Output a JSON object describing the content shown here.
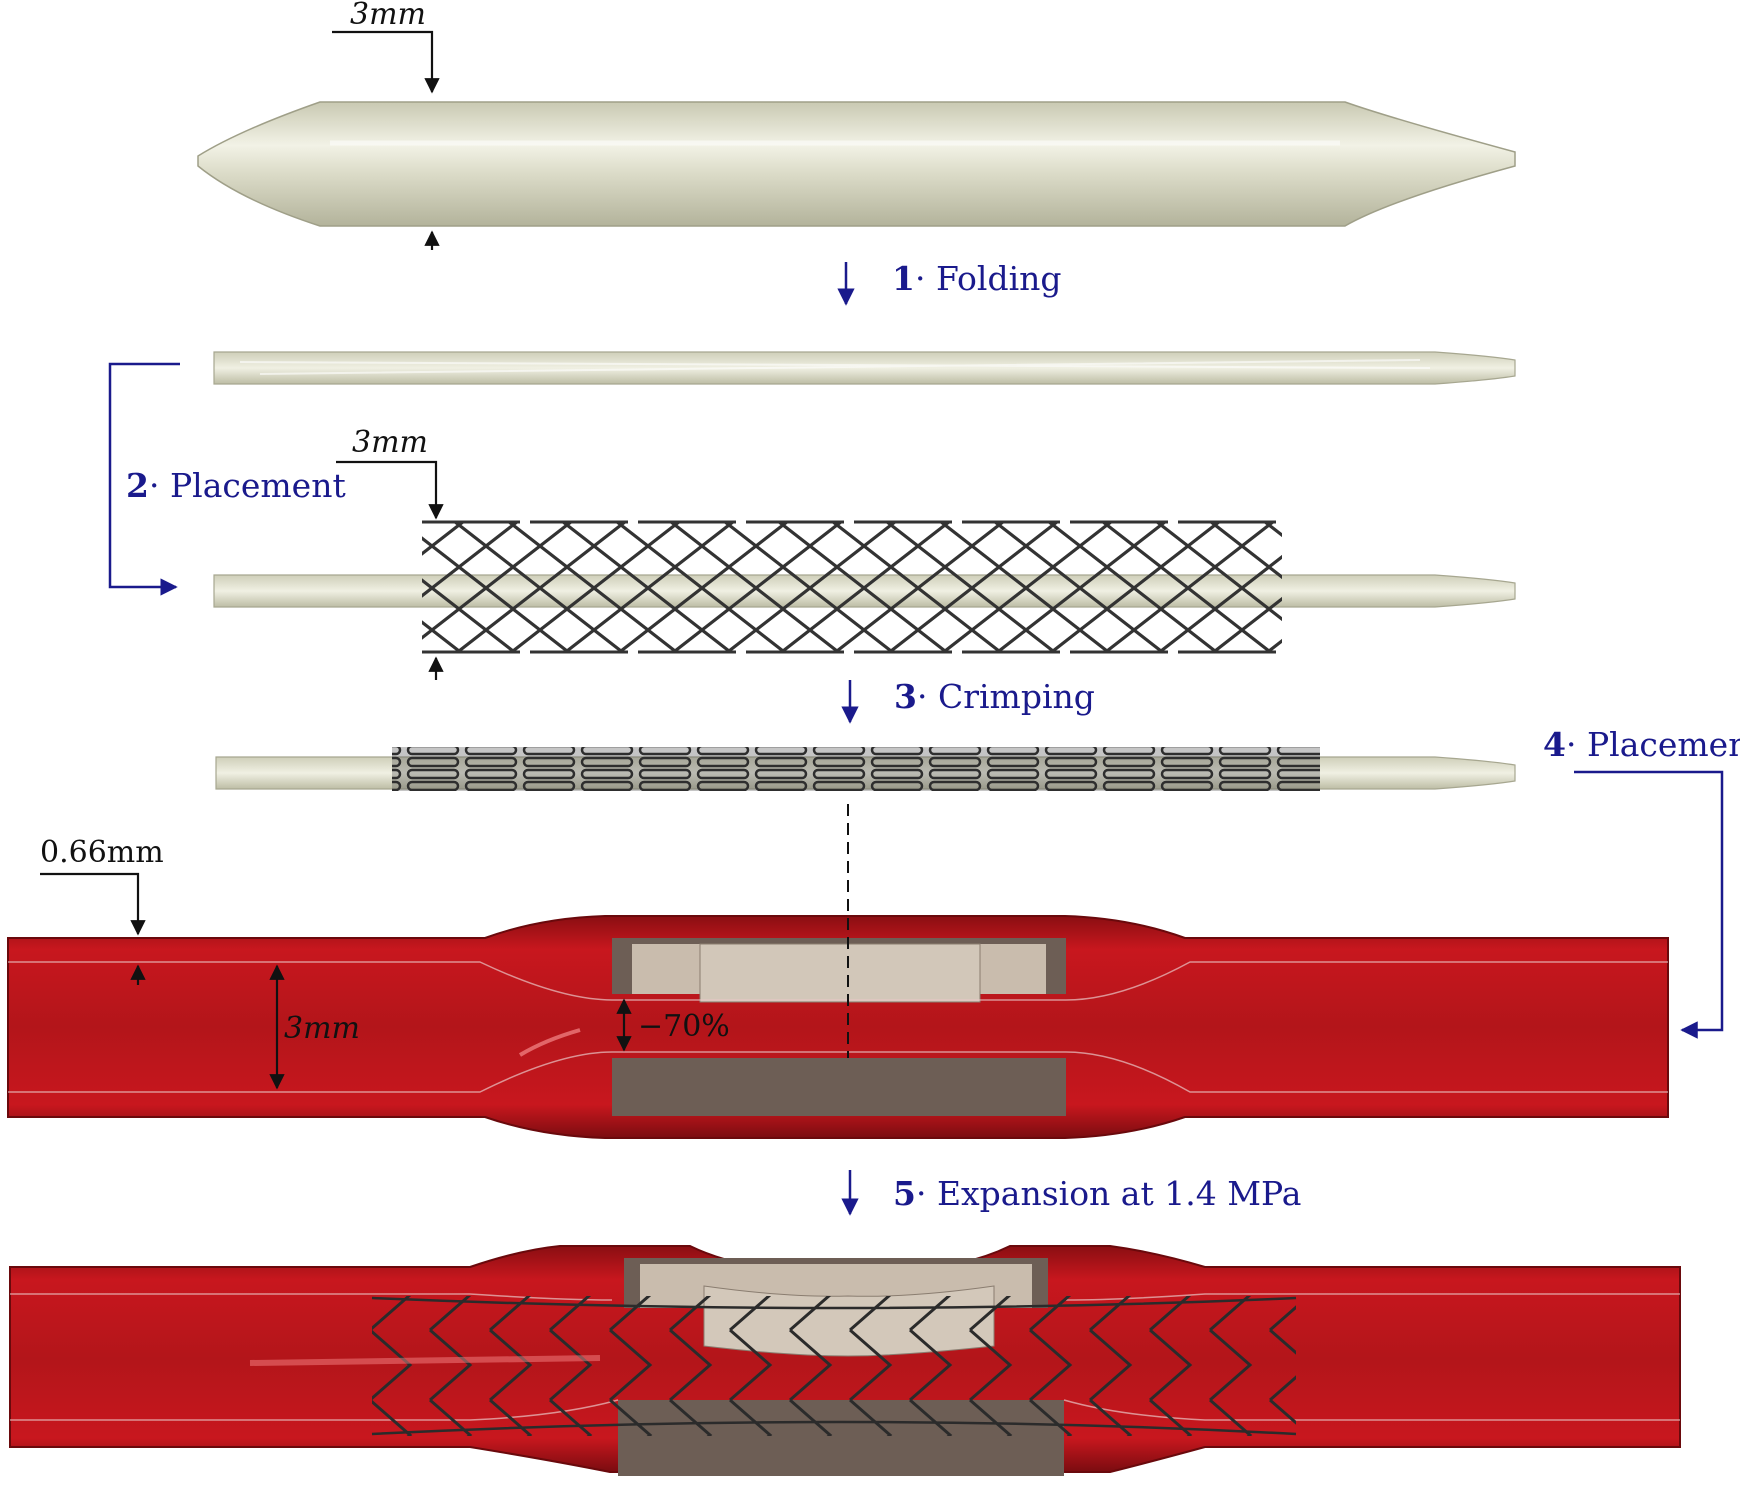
{
  "colors": {
    "balloon": "#dcdcc8",
    "balloon_shade": "#b9b9a2",
    "artery": "#c0161c",
    "artery_dark": "#7e0d0f",
    "plaque_light": "#c9bcad",
    "plaque_dark": "#6d5e55",
    "stent": "#3a3a3a",
    "step_text": "#1a1a8c",
    "dimension_text": "#111111"
  },
  "dimensions": {
    "balloon_diameter": "3mm",
    "stent_diameter": "3mm",
    "wall_thickness": "0.66mm",
    "lumen_diameter": "3mm",
    "stenosis": "−70%"
  },
  "steps": [
    {
      "number": "1",
      "label": "· Folding"
    },
    {
      "number": "2",
      "label": "· Placement"
    },
    {
      "number": "3",
      "label": "· Crimping"
    },
    {
      "number": "4",
      "label": "· Placement"
    },
    {
      "number": "5",
      "label": "· Expansion at 1.4 MPa"
    }
  ]
}
